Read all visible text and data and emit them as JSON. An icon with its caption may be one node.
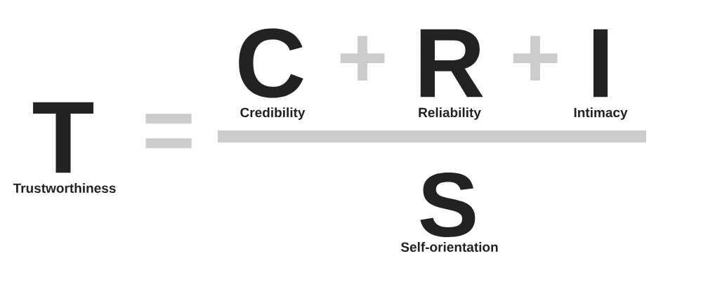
{
  "diagram": {
    "nodes": [
      {
        "text": [],
        "shape": "bar"
      }
    ],
    "labels": [
      "C",
      "+",
      "R",
      "+",
      "I",
      "Credibility",
      "Reliability",
      "Intimacy",
      "T",
      "=",
      "Trustworthiness",
      "S",
      "Self-orientation"
    ]
  }
}
